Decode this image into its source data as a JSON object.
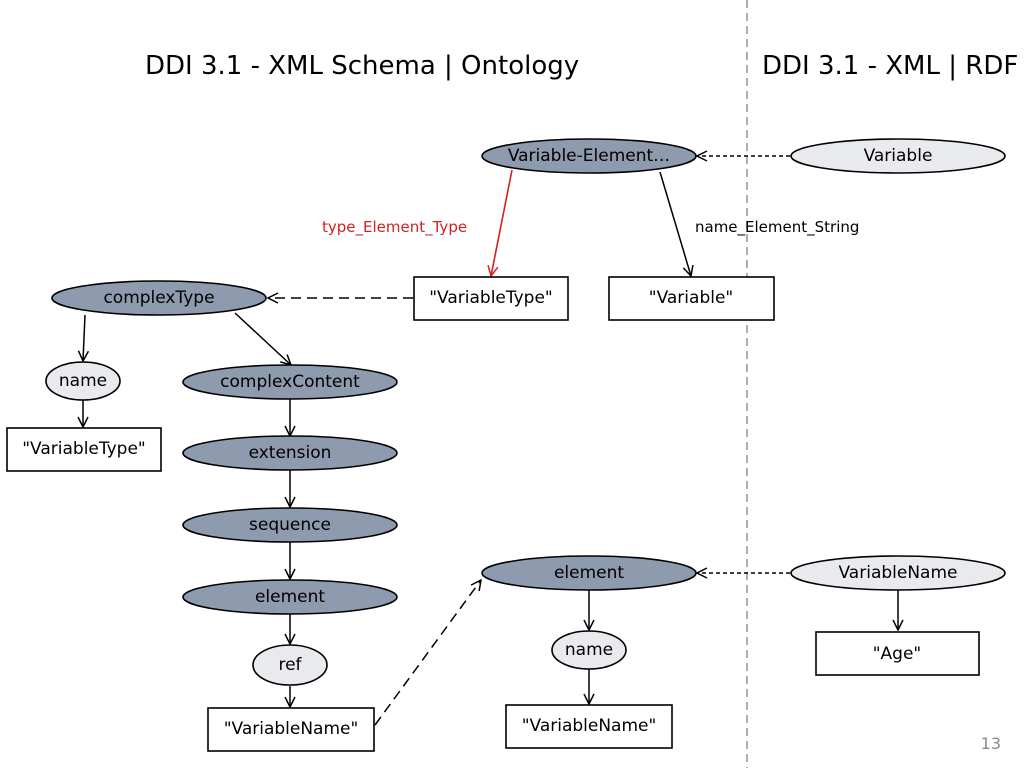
{
  "titles": {
    "left": "DDI 3.1 - XML Schema | Ontology",
    "right": "DDI 3.1 - XML | RDF"
  },
  "slide_number": "13",
  "colors": {
    "class_node_fill": "#8e9aae",
    "instance_node_fill": "#e8eaee",
    "literal_fill": "#ffffff",
    "typed_edge": "#d42020",
    "divider": "#9a9a9a"
  },
  "nodes": {
    "variable_element": "Variable-Element…",
    "variable_instance": "Variable",
    "variabletype_literal": "\"VariableType\"",
    "variable_literal": "\"Variable\"",
    "complextype": "complexType",
    "name_left": "name",
    "complexcontent": "complexContent",
    "variabletype_name_literal": "\"VariableType\"",
    "extension": "extension",
    "sequence": "sequence",
    "element_left": "element",
    "ref": "ref",
    "variablename_ref_literal": "\"VariableName\"",
    "element_right": "element",
    "variablename_instance": "VariableName",
    "name_right": "name",
    "age_literal": "\"Age\"",
    "variablename_name_literal": "\"VariableName\""
  },
  "edge_labels": {
    "type_element_type": "type_Element_Type",
    "name_element_string": "name_Element_String"
  }
}
